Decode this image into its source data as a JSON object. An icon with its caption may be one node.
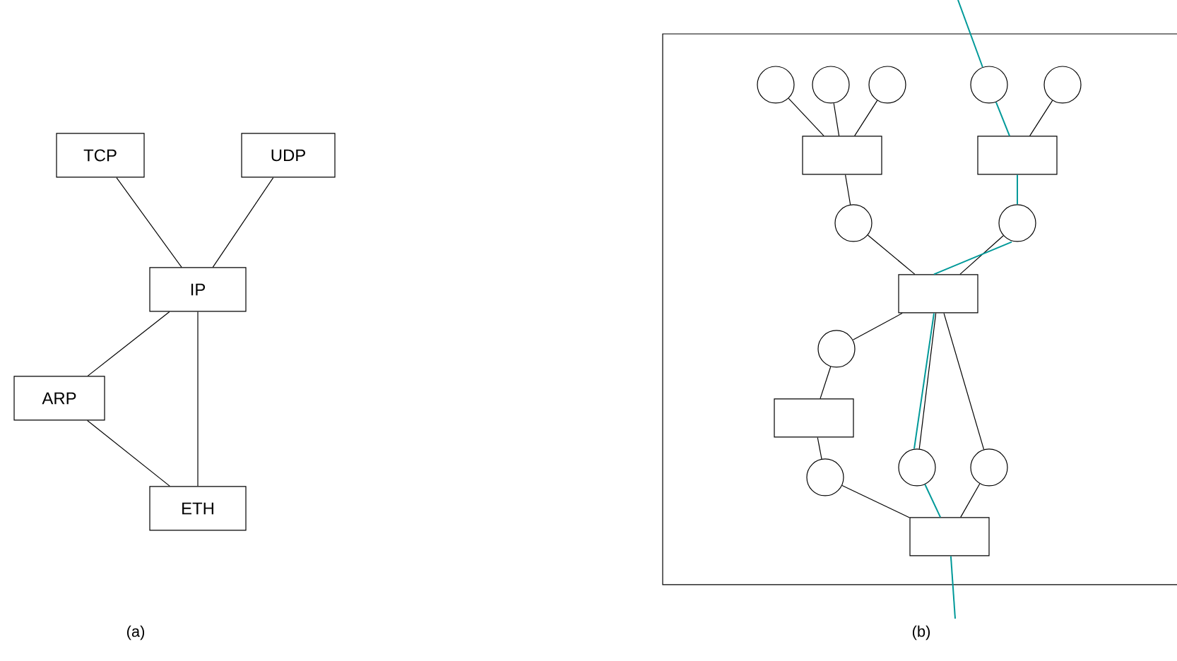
{
  "diagram": {
    "nodes": [
      {
        "text": [
          "TCP"
        ]
      },
      {
        "text": [
          "UDP"
        ]
      },
      {
        "text": [
          "IP"
        ]
      },
      {
        "text": [
          "ARP"
        ]
      },
      {
        "text": [
          "ETH"
        ]
      },
      {
        "text": [],
        "shape": "box"
      },
      {
        "text": [],
        "shape": "circle",
        "in": 5
      },
      {
        "text": [],
        "shape": "circle",
        "in": 5
      },
      {
        "text": [],
        "shape": "circle",
        "in": 5
      },
      {
        "text": [],
        "shape": "circle",
        "in": 5
      },
      {
        "text": [],
        "shape": "circle",
        "in": 5
      },
      {
        "text": [],
        "shape": "box",
        "in": 5
      },
      {
        "text": [],
        "shape": "box",
        "in": 5
      },
      {
        "text": [],
        "shape": "circle",
        "in": 5
      },
      {
        "text": [],
        "shape": "circle",
        "in": 5
      },
      {
        "text": [],
        "shape": "box",
        "in": 5
      },
      {
        "text": [],
        "shape": "circle",
        "in": 5
      },
      {
        "text": [],
        "shape": "box",
        "in": 5
      },
      {
        "text": [],
        "shape": "circle",
        "in": 5
      },
      {
        "text": [],
        "shape": "circle",
        "in": 5
      },
      {
        "text": [],
        "shape": "circle",
        "in": 5
      },
      {
        "text": [],
        "shape": "box",
        "in": 5
      }
    ],
    "edges": [
      {
        "from": 0,
        "to": 2,
        "arrow": "none"
      },
      {
        "from": 1,
        "to": 2,
        "arrow": "none"
      },
      {
        "from": 2,
        "to": 3,
        "arrow": "none"
      },
      {
        "from": 2,
        "to": 4,
        "arrow": "none"
      },
      {
        "from": 3,
        "to": 4,
        "arrow": "none"
      },
      {
        "from": 6,
        "to": 11,
        "arrow": "none"
      },
      {
        "from": 7,
        "to": 11,
        "arrow": "none"
      },
      {
        "from": 8,
        "to": 11,
        "arrow": "none"
      },
      {
        "from": 10,
        "to": 12,
        "arrow": "none"
      },
      {
        "from": 11,
        "to": 13,
        "arrow": "none"
      },
      {
        "from": 13,
        "to": 15,
        "arrow": "none"
      },
      {
        "from": 14,
        "to": 15,
        "arrow": "none"
      },
      {
        "from": 15,
        "to": 16,
        "arrow": "none"
      },
      {
        "from": 15,
        "to": 19,
        "arrow": "none"
      },
      {
        "from": 15,
        "to": 20,
        "arrow": "none"
      },
      {
        "from": 16,
        "to": 17,
        "arrow": "none"
      },
      {
        "from": 17,
        "to": 18,
        "arrow": "none"
      },
      {
        "from": 18,
        "to": 21,
        "arrow": "none"
      },
      {
        "from": 20,
        "to": 21,
        "arrow": "none"
      },
      {
        "from": null,
        "to": 9,
        "arrow": "none",
        "color": "#009999"
      },
      {
        "from": 9,
        "to": 12,
        "arrow": "none",
        "color": "#009999"
      },
      {
        "from": 12,
        "to": 14,
        "arrow": "none",
        "color": "#009999"
      },
      {
        "from": 14,
        "to": 15,
        "arrow": "none",
        "color": "#009999"
      },
      {
        "from": 15,
        "to": 19,
        "arrow": "none",
        "color": "#009999"
      },
      {
        "from": 19,
        "to": 21,
        "arrow": "none",
        "color": "#009999"
      },
      {
        "from": 21,
        "to": null,
        "arrow": "none",
        "color": "#009999"
      }
    ],
    "labels": [
      "(a)",
      "(b)"
    ]
  }
}
